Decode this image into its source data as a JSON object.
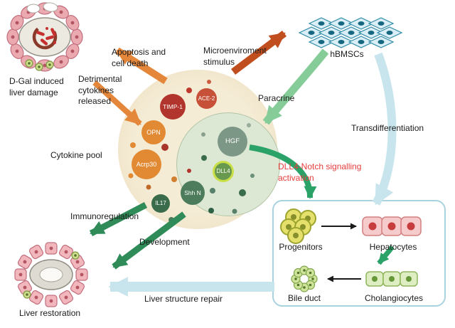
{
  "labels": {
    "damaged_liver": "D-Gal induced\nliver damage",
    "detrimental": "Detrimental\ncytokines\nreleased",
    "apoptosis": "Apoptosis and\ncell death",
    "microenvironment": "Microenviroment\nstimulus",
    "hbmscs": "hBMSCs",
    "cytokine_pool": "Cytokine pool",
    "paracrine": "Paracrine",
    "transdifferentiation": "Transdifferentiation",
    "dll4_notch": "DLL4-Notch signalling\nactivation",
    "immunoregulation": "Immunoregulation",
    "development": "Development",
    "liver_structure_repair": "Liver structure repair",
    "liver_restoration": "Liver restoration"
  },
  "cytokines": {
    "timp1": "TIMP-1",
    "ace2": "ACE-2",
    "opn": "OPN",
    "acrp30": "Acrp30",
    "hgf": "HGF",
    "dll4": "DLL4",
    "shh": "Shh N",
    "il17": "IL17"
  },
  "differentiation_box": {
    "progenitors": "Progenitors",
    "hepatocytes": "Hepatocytes",
    "bile_duct": "Bile duct",
    "cholangiocytes": "Cholangiocytes"
  },
  "colors": {
    "highlight_text": "#E83C3C",
    "orange_arrow": "#E4873A",
    "rust_arrow": "#C04E1E",
    "paracrine_arrow": "#85CC98",
    "notch_arrow": "#2BA368",
    "dark_green_arrow": "#2F8B58",
    "light_blue_arrow": "#C8E5EE",
    "box_border": "#A8D3DF",
    "pool_fill": "#F3E9CE",
    "inner_pool_fill": "#DCE8D3"
  }
}
